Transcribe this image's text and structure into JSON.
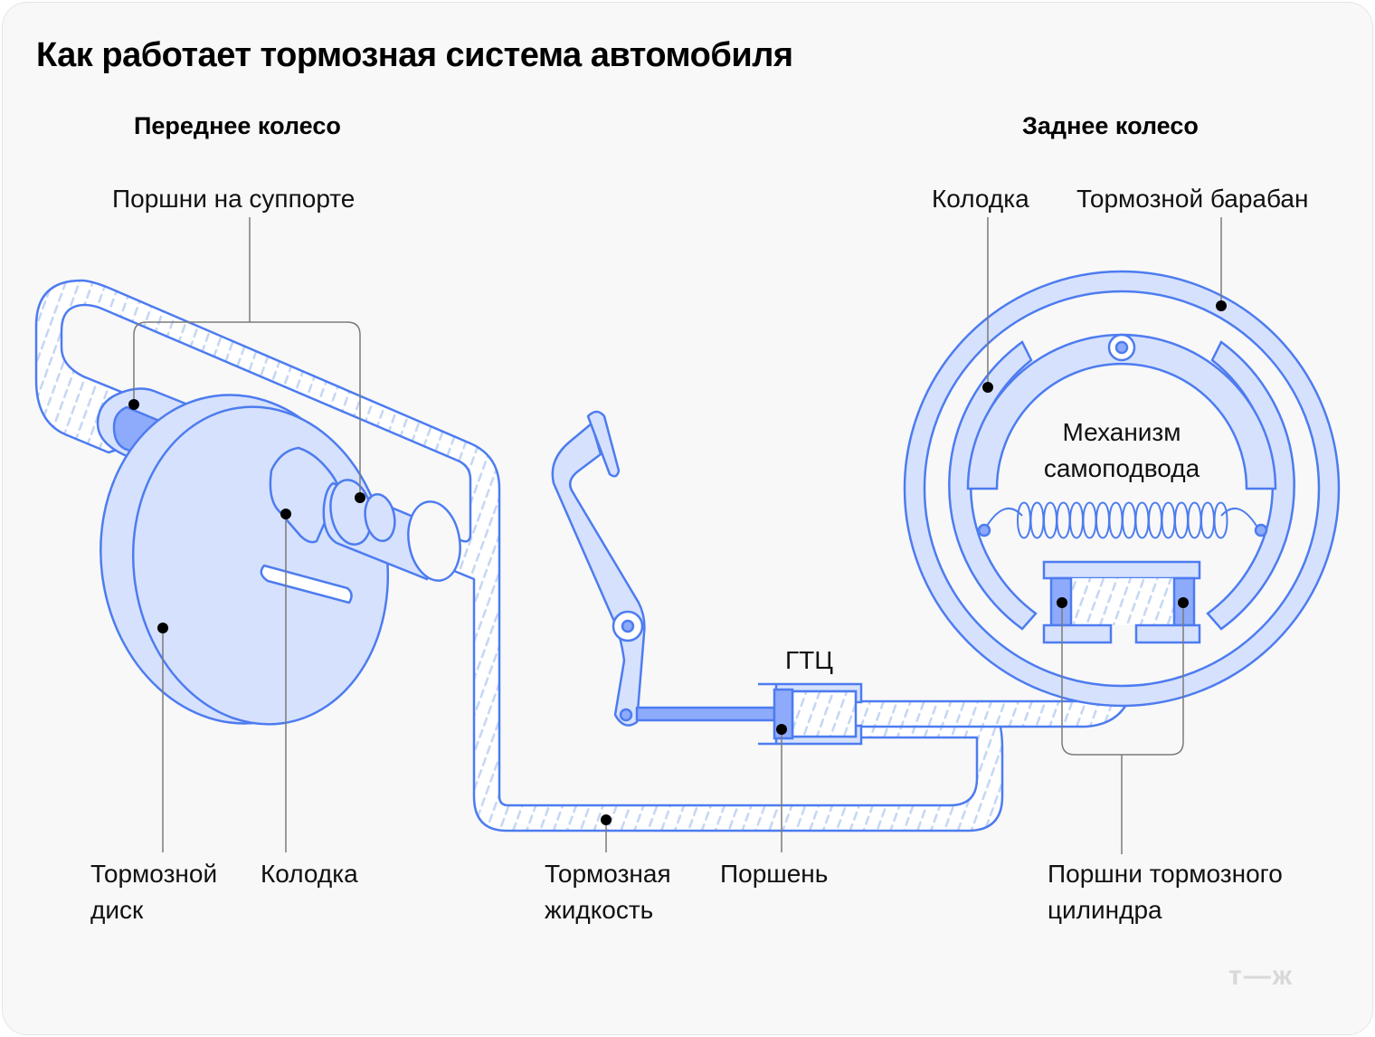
{
  "title": "Как работает тормозная система автомобиля",
  "sections": {
    "front": "Переднее колесо",
    "rear": "Заднее колесо"
  },
  "labels": {
    "caliper_pistons": "Поршни на суппорте",
    "brake_disc": [
      "Тормозной",
      "диск"
    ],
    "front_pad": "Колодка",
    "brake_fluid": [
      "Тормозная",
      "жидкость"
    ],
    "piston": "Поршень",
    "master_cylinder": "ГТЦ",
    "rear_shoe": "Колодка",
    "brake_drum": "Тормозной барабан",
    "self_adjuster": [
      "Механизм",
      "самоподвода"
    ],
    "wheel_cylinder_pistons": [
      "Поршни тормозного",
      "цилиндра"
    ]
  },
  "colors": {
    "stroke": "#4d7cf0",
    "fill_light": "#d6e1fd",
    "fill_piston": "#8eaafb",
    "fluid_hatch": "#c4d6f2",
    "leader": "#7a7a7a"
  },
  "logo": "т—ж"
}
